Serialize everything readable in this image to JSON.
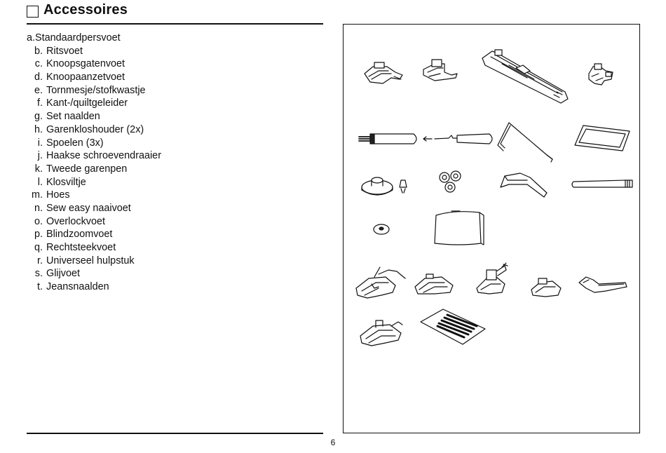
{
  "header": {
    "title": "Accessoires"
  },
  "accessories": [
    {
      "letter": "a.",
      "label": "Standaardpersvoet"
    },
    {
      "letter": "b.",
      "label": "Ritsvoet"
    },
    {
      "letter": "c.",
      "label": "Knoopsgatenvoet"
    },
    {
      "letter": "d.",
      "label": "Knoopaanzetvoet"
    },
    {
      "letter": "e.",
      "label": "Tornmesje/stofkwastje"
    },
    {
      "letter": "f.",
      "label": "Kant-/quiltgeleider"
    },
    {
      "letter": "g.",
      "label": "Set naalden"
    },
    {
      "letter": "h.",
      "label": "Garenkloshouder (2x)"
    },
    {
      "letter": "i.",
      "label": "Spoelen (3x)"
    },
    {
      "letter": "j.",
      "label": "Haakse schroevendraaier"
    },
    {
      "letter": "k.",
      "label": "Tweede garenpen"
    },
    {
      "letter": "l.",
      "label": "Klosviltje"
    },
    {
      "letter": "m.",
      "label": "Hoes"
    },
    {
      "letter": "n.",
      "label": "Sew easy naaivoet"
    },
    {
      "letter": "o.",
      "label": "Overlockvoet"
    },
    {
      "letter": "p.",
      "label": "Blindzoomvoet"
    },
    {
      "letter": "q.",
      "label": "Rechtsteekvoet"
    },
    {
      "letter": "r.",
      "label": "Universeel hulpstuk"
    },
    {
      "letter": "s.",
      "label": "Glijvoet"
    },
    {
      "letter": "t.",
      "label": "Jeansnaalden"
    }
  ],
  "footer": {
    "page_number": "6"
  }
}
